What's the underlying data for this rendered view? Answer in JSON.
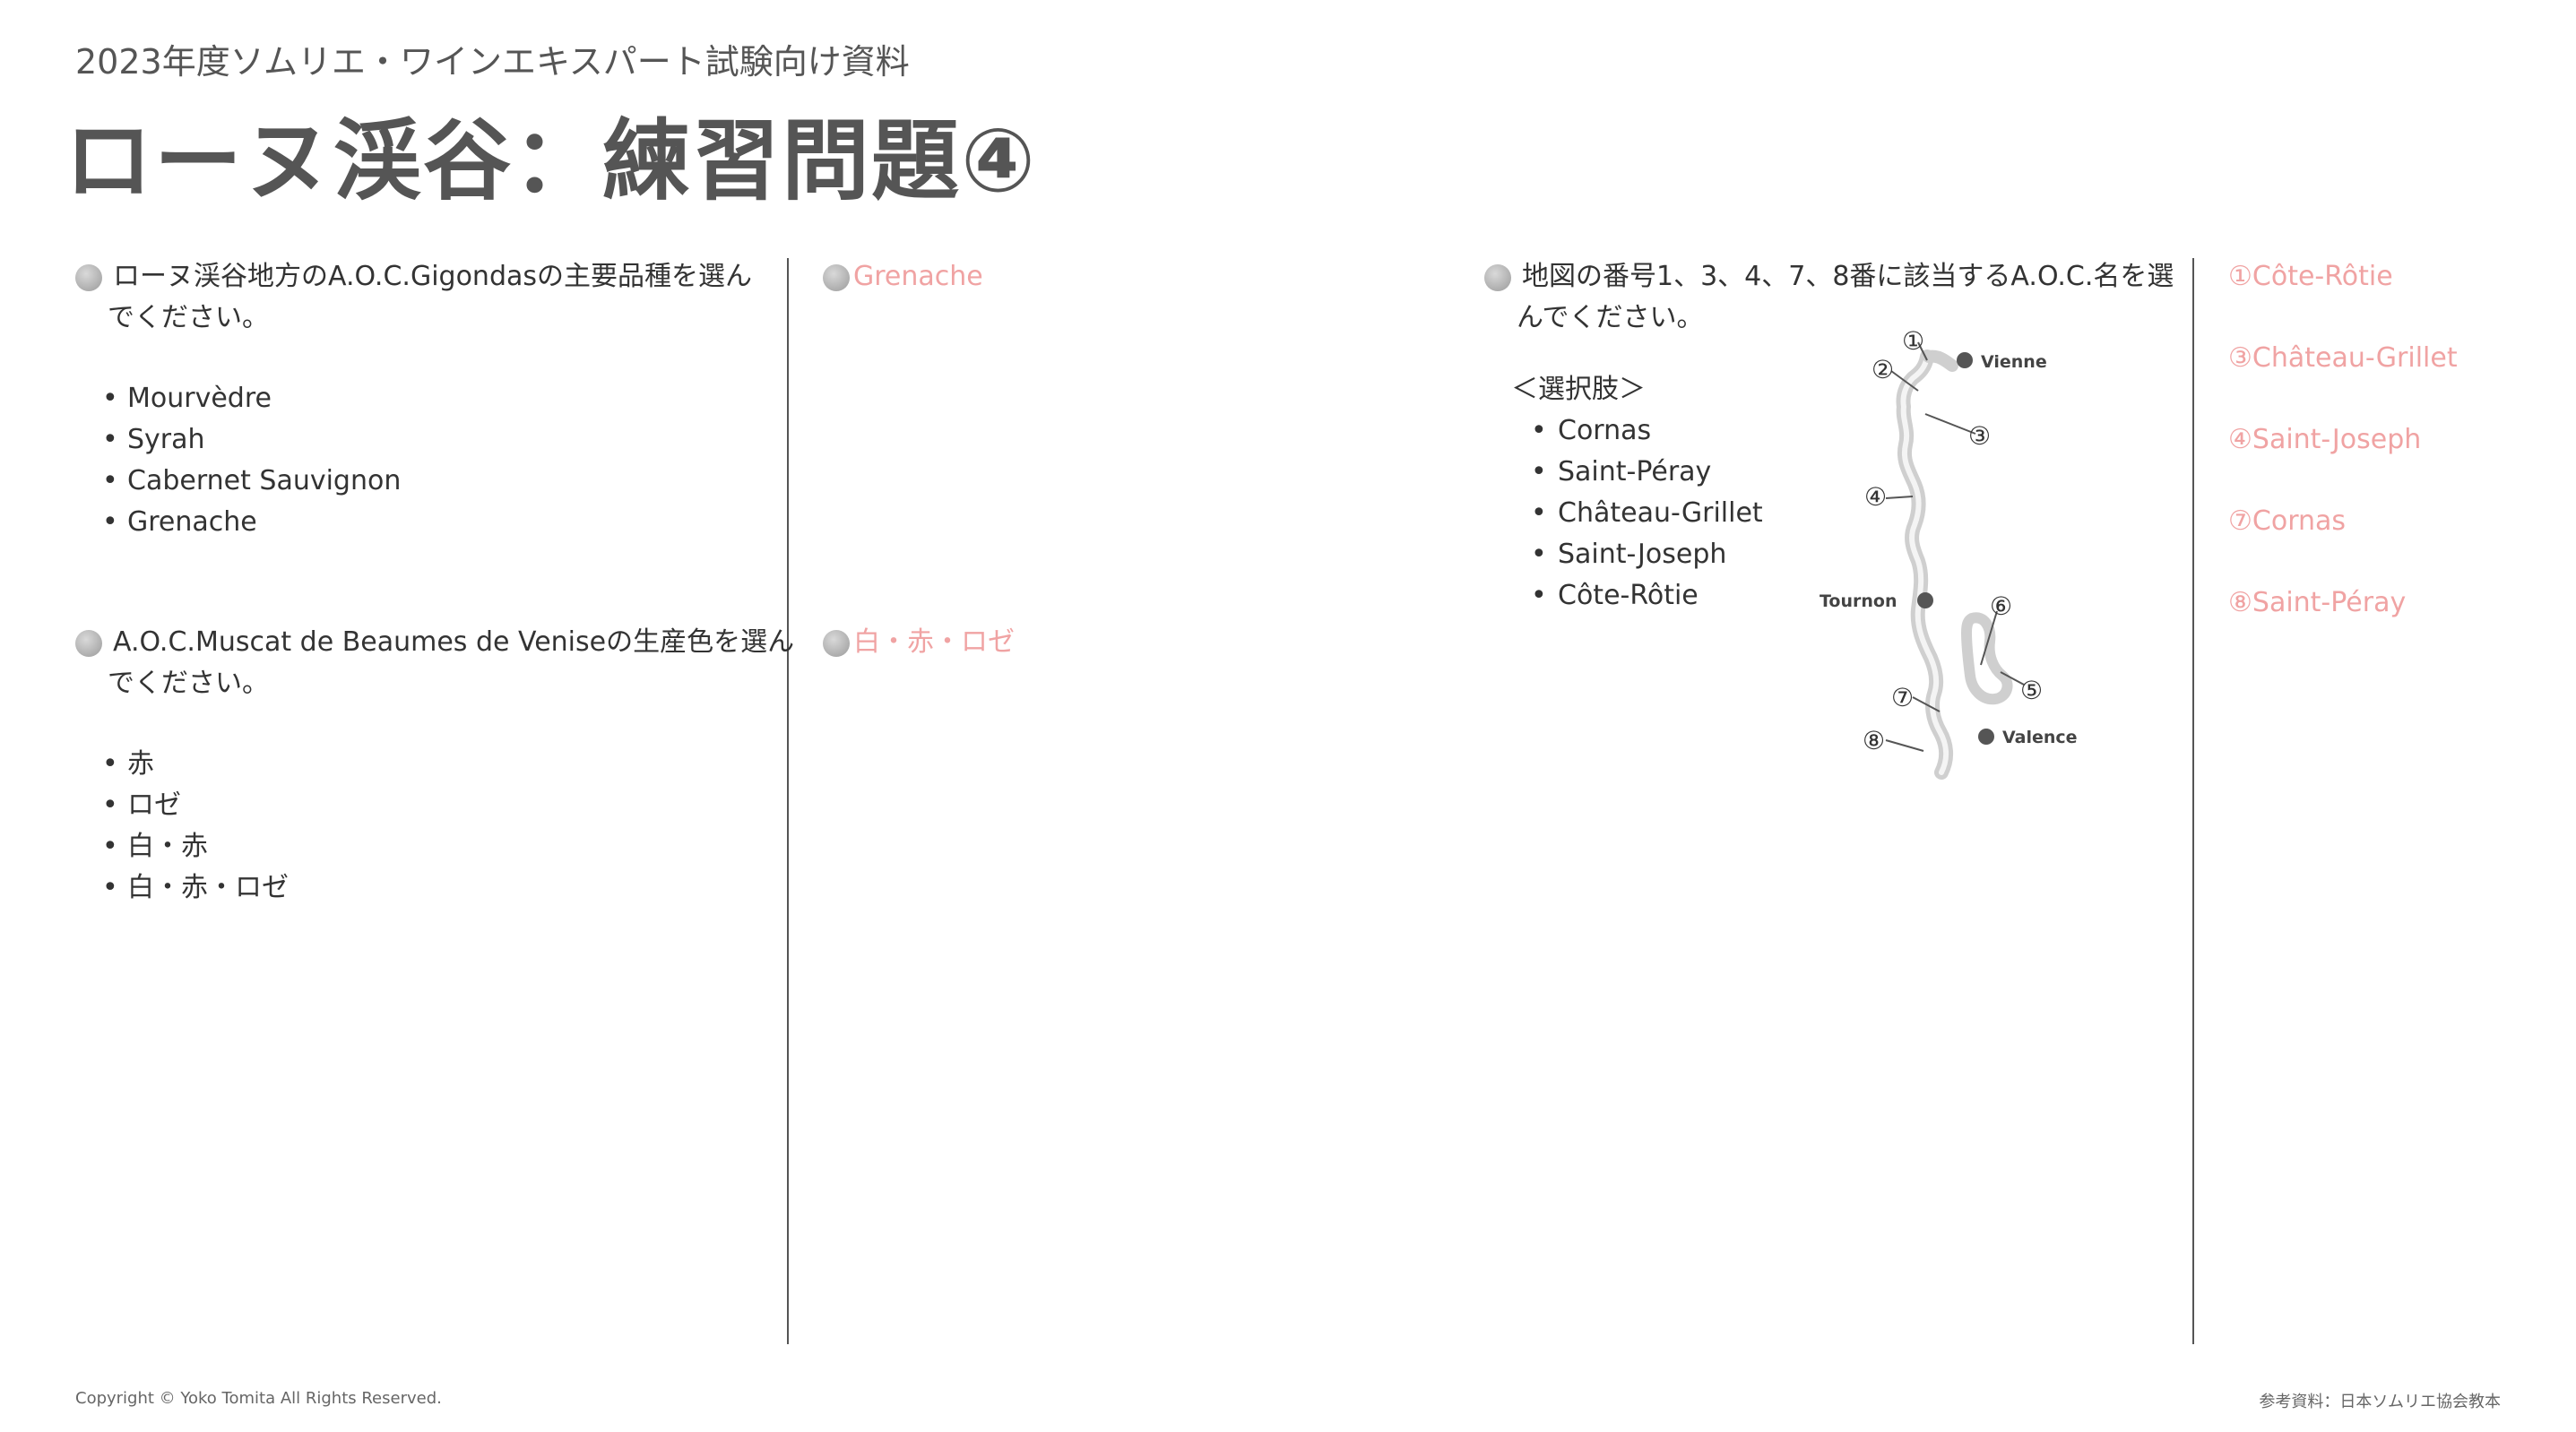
{
  "header": {
    "subtitle": "2023年度ソムリエ・ワインエキスパート試験向け資料",
    "title": "ローヌ渓谷：練習問題④"
  },
  "q1": {
    "line1": "ローヌ渓谷地方のA.O.C.Gigondasの主要品種を選ん",
    "line2": "でください。",
    "options": [
      "Mourvèdre",
      "Syrah",
      "Cabernet Sauvignon",
      "Grenache"
    ],
    "answer": "Grenache"
  },
  "q2": {
    "line1": "A.O.C.Muscat de Beaumes de Veniseの生産色を選ん",
    "line2": "でください。",
    "options": [
      "赤",
      "ロゼ",
      "白・赤",
      "白・赤・ロゼ"
    ],
    "answer": "白・赤・ロゼ"
  },
  "q3": {
    "line1": "地図の番号1、3、4、7、8番に該当するA.O.C.名を選",
    "line2": "んでください。",
    "choices_heading": "＜選択肢＞",
    "choices": [
      "Cornas",
      "Saint-Péray",
      "Château-Grillet",
      "Saint-Joseph",
      "Côte-Rôtie"
    ],
    "answers": [
      "①Côte-Rôtie",
      "③Château-Grillet",
      "④Saint-Joseph",
      "⑦Cornas",
      "⑧Saint-Péray"
    ]
  },
  "map": {
    "cities": {
      "vienne": "Vienne",
      "tournon": "Tournon",
      "valence": "Valence"
    },
    "numbers": {
      "n1": "①",
      "n2": "②",
      "n3": "③",
      "n4": "④",
      "n5": "⑤",
      "n6": "⑥",
      "n7": "⑦",
      "n8": "⑧"
    }
  },
  "footer": {
    "copyright": "Copyright © Yoko Tomita All Rights Reserved.",
    "reference": "参考資料：日本ソムリエ協会教本"
  },
  "colors": {
    "answer": "#f0a3a3",
    "text": "#333333",
    "title": "#555555"
  }
}
